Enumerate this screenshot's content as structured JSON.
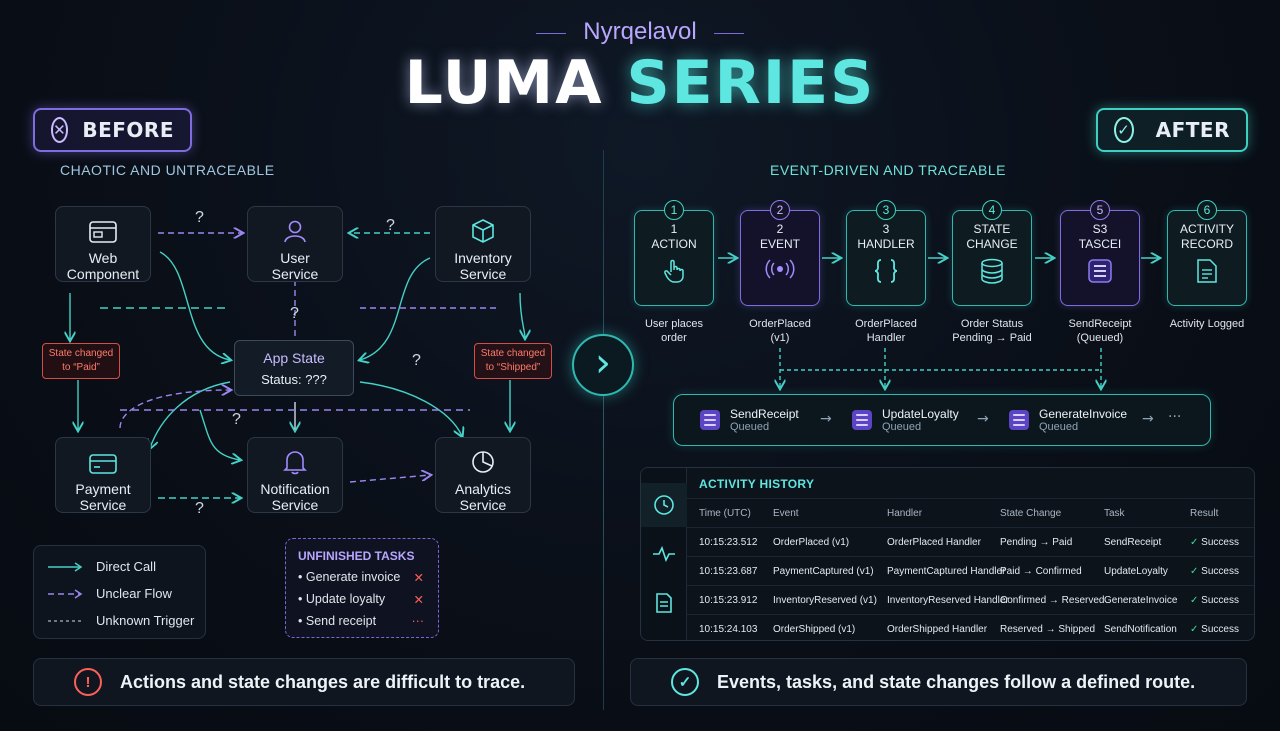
{
  "header": {
    "brand": "Nyrqelavol",
    "title_part1": "LUMA",
    "title_part2": "SERIES"
  },
  "before": {
    "badge": "BEFORE",
    "subtitle": "CHAOTIC AND UNTRACEABLE",
    "nodes": {
      "web": [
        "Web",
        "Component"
      ],
      "user": [
        "User",
        "Service"
      ],
      "inventory": [
        "Inventory",
        "Service"
      ],
      "payment": [
        "Payment",
        "Service"
      ],
      "notification": [
        "Notification",
        "Service"
      ],
      "analytics": [
        "Analytics",
        "Service"
      ]
    },
    "app_state": {
      "title": "App State",
      "status": "Status: ???"
    },
    "tags": {
      "left": [
        "State changed",
        "to “Paid”"
      ],
      "right": [
        "State changed",
        "to “Shipped”"
      ]
    },
    "question_mark": "?",
    "legend": [
      {
        "label": "Direct Call",
        "style": "solid",
        "color": "#45d1c5"
      },
      {
        "label": "Unclear Flow",
        "style": "dashed",
        "color": "#9b86f0"
      },
      {
        "label": "Unknown Trigger",
        "style": "dotted",
        "color": "#8c99a8"
      }
    ],
    "tasks": {
      "title": "UNFINISHED TASKS",
      "items": [
        {
          "label": "Generate invoice",
          "mark": "✕"
        },
        {
          "label": "Update loyalty",
          "mark": "✕"
        },
        {
          "label": "Send receipt",
          "mark": "···"
        }
      ]
    },
    "footer": "Actions and state changes are difficult to trace."
  },
  "after": {
    "badge": "AFTER",
    "subtitle": "EVENT-DRIVEN AND TRACEABLE",
    "steps": [
      {
        "num": "1",
        "lines": [
          "1",
          "ACTION"
        ],
        "icon": "hand-pointer-icon",
        "caption": [
          "User places",
          "order"
        ]
      },
      {
        "num": "2",
        "lines": [
          "2",
          "EVENT"
        ],
        "icon": "broadcast-icon",
        "caption": [
          "OrderPlaced",
          "(v1)"
        ]
      },
      {
        "num": "3",
        "lines": [
          "3",
          "HANDLER"
        ],
        "icon": "braces-icon",
        "caption": [
          "OrderPlaced",
          "Handler"
        ]
      },
      {
        "num": "4",
        "lines": [
          "STATE",
          "CHANGE"
        ],
        "icon": "database-icon",
        "caption": [
          "Order Status",
          "Pending → Paid"
        ]
      },
      {
        "num": "5",
        "lines": [
          "S3",
          "TASCEI"
        ],
        "icon": "queue-icon",
        "caption": [
          "SendReceipt",
          "(Queued)"
        ]
      },
      {
        "num": "6",
        "lines": [
          "ACTIVITY",
          "RECORD"
        ],
        "icon": "document-icon",
        "caption": [
          "Activity Logged"
        ]
      }
    ],
    "queue": [
      {
        "name": "SendReceipt",
        "status": "Queued"
      },
      {
        "name": "UpdateLoyalty",
        "status": "Queued"
      },
      {
        "name": "GenerateInvoice",
        "status": "Queued"
      }
    ],
    "queue_more": "···",
    "history": {
      "title": "ACTIVITY HISTORY",
      "columns": [
        "Time (UTC)",
        "Event",
        "Handler",
        "State Change",
        "Task",
        "Result"
      ],
      "rows": [
        [
          "10:15:23.512",
          "OrderPlaced (v1)",
          "OrderPlaced Handler",
          "Pending → Paid",
          "SendReceipt",
          "Success"
        ],
        [
          "10:15:23.687",
          "PaymentCaptured (v1)",
          "PaymentCaptured Handler",
          "Paid → Confirmed",
          "UpdateLoyalty",
          "Success"
        ],
        [
          "10:15:23.912",
          "InventoryReserved (v1)",
          "InventoryReserved Handler",
          "Confirmed → Reserved",
          "GenerateInvoice",
          "Success"
        ],
        [
          "10:15:24.103",
          "OrderShipped (v1)",
          "OrderShipped Handler",
          "Reserved → Shipped",
          "SendNotification",
          "Success"
        ]
      ]
    },
    "footer": "Events, tasks, and state changes follow a defined route."
  },
  "center_arrow": "›"
}
